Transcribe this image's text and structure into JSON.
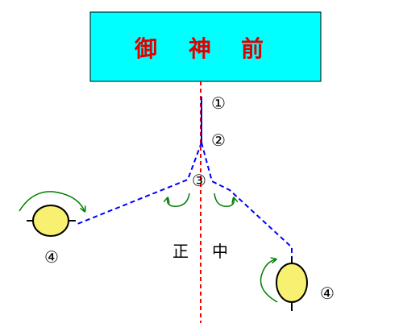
{
  "shrine": {
    "char1": "御",
    "char2": "神",
    "char3": "前"
  },
  "steps": {
    "s1": "①",
    "s2": "②",
    "s3": "③",
    "s4_left": "④",
    "s4_right": "④"
  },
  "center_line": {
    "char_left": "正",
    "char_right": "中"
  },
  "colors": {
    "shrine_fill": "#00ffff",
    "shrine_text": "#e00000",
    "center_line": "#ff0000",
    "path_solid": "#0000cc",
    "path_dashed": "#0000ff",
    "rotation_arrows": "#008000",
    "person_fill": "#f8f070"
  }
}
